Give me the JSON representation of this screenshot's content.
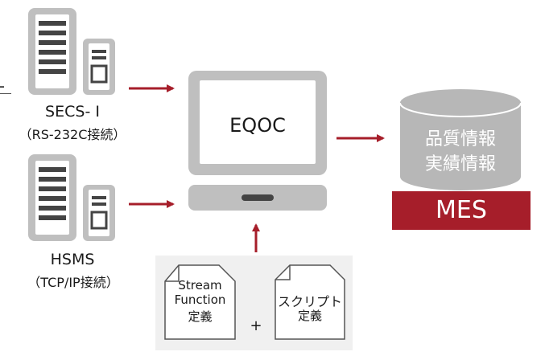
{
  "diagram": {
    "cut_off_label": "L",
    "equipment_serial": {
      "name": "SECS- I",
      "detail": "（RS-232C接続）"
    },
    "equipment_network": {
      "name": "HSMS",
      "detail": "（TCP/IP接続）"
    },
    "terminal": {
      "label": "EQOC"
    },
    "database": {
      "line1": "品質情報",
      "line2": "実績情報"
    },
    "mes_label": "MES",
    "definitions": {
      "doc1": [
        "Stream",
        "Function",
        "定義"
      ],
      "doc2": [
        "スクリプト",
        "定義"
      ],
      "plus": "+"
    },
    "colors": {
      "arrow": "#a61e2a",
      "mes": "#a61e2a",
      "server": "#bfbfbf",
      "server_dark": "#444444",
      "db": "#b7b7b7",
      "panel": "#f0f0f0"
    }
  }
}
